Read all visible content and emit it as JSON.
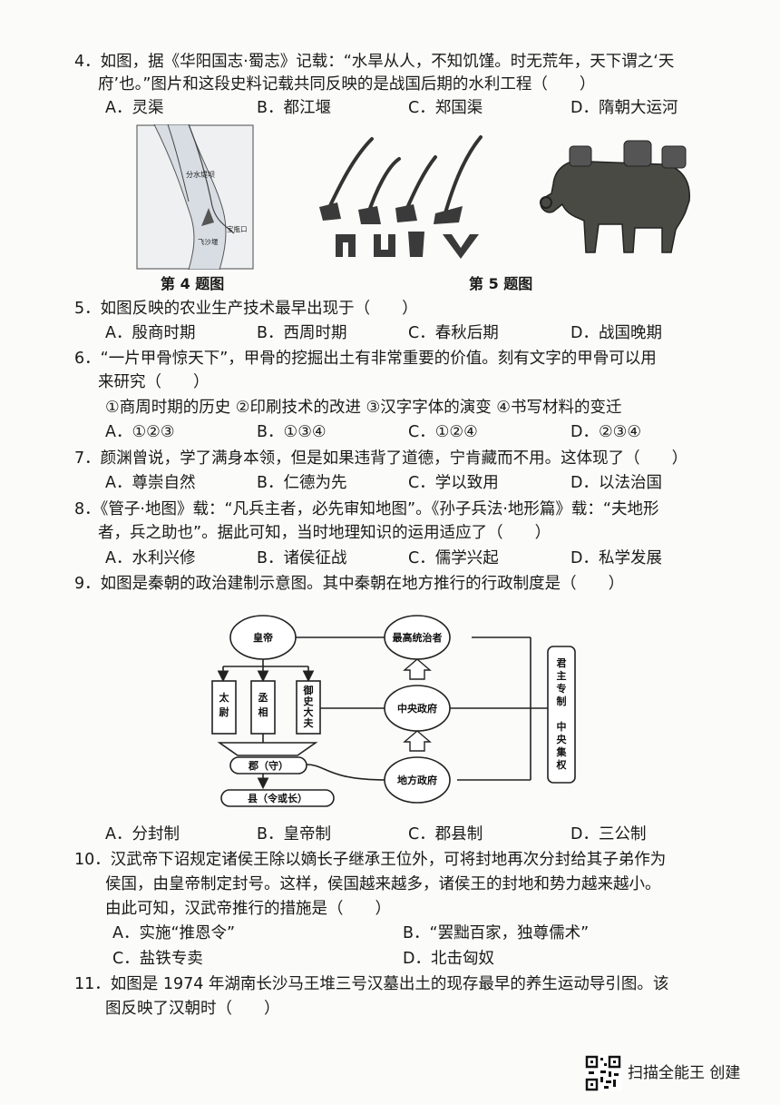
{
  "q4": {
    "line1": "4．如图，据《华阳国志·蜀志》记载：“水旱从人，不知饥馑。时无荒年，天下谓之‘天",
    "line2": "府’也。”图片和这段史料记载共同反映的是战国后期的水利工程（　　）",
    "options": [
      "A．灵渠",
      "B．都江堰",
      "C．郑国渠",
      "D．隋朝大运河"
    ],
    "caption": "第 4 题图",
    "map_labels": [
      "分水堤坝",
      "宝瓶口",
      "飞沙堰"
    ]
  },
  "q5": {
    "caption": "第 5 题图",
    "line1": "5．如图反映的农业生产技术最早出现于（　　）",
    "options": [
      "A．殷商时期",
      "B．西周时期",
      "C．春秋后期",
      "D．战国晚期"
    ]
  },
  "q6": {
    "line1": "6．“一片甲骨惊天下”，甲骨的挖掘出土有非常重要的价值。刻有文字的甲骨可以用",
    "line2": "来研究（　　）",
    "items": "①商周时期的历史 ②印刷技术的改进 ③汉字字体的演变 ④书写材料的变迁",
    "options": [
      "A．①②③",
      "B．①③④",
      "C．①②④",
      "D．②③④"
    ]
  },
  "q7": {
    "line1": "7．颜渊曾说，学了满身本领，但是如果违背了道德，宁肯藏而不用。这体现了（　　）",
    "options": [
      "A．尊崇自然",
      "B．仁德为先",
      "C．学以致用",
      "D．以法治国"
    ]
  },
  "q8": {
    "line1": "8．《管子·地图》载：“凡兵主者，必先审知地图”。《孙子兵法·地形篇》载：“夫地形",
    "line2": "者，兵之助也”。据此可知，当时地理知识的运用适应了（　　）",
    "options": [
      "A．水利兴修",
      "B．诸侯征战",
      "C．儒学兴起",
      "D．私学发展"
    ]
  },
  "q9": {
    "line1": "9．如图是秦朝的政治建制示意图。其中秦朝在地方推行的行政制度是（　　）",
    "diagram": {
      "emperor": "皇帝",
      "taiwei": "太尉",
      "chengxiang": "丞相",
      "yushi": "御史大夫",
      "jun": "郡（守）",
      "xian": "县（令或长）",
      "supreme": "最高统治者",
      "central": "中央政府",
      "local": "地方政府",
      "side1": "君主专制",
      "side2": "中央集权"
    },
    "options": [
      "A．分封制",
      "B．皇帝制",
      "C．郡县制",
      "D．三公制"
    ]
  },
  "q10": {
    "line1": "10．汉武帝下诏规定诸侯王除以嫡长子继承王位外，可将封地再次分封给其子弟作为",
    "line2": "侯国，由皇帝制定封号。这样，侯国越来越多，诸侯王的封地和势力越来越小。",
    "line3": "由此可知，汉武帝推行的措施是（　　）",
    "options": [
      "A．实施“推恩令”",
      "B．“罢黜百家，独尊儒术”",
      "C．盐铁专卖",
      "D．北击匈奴"
    ]
  },
  "q11": {
    "line1": "11．如图是 1974 年湖南长沙马王堆三号汉墓出土的现存最早的养生运动导引图。该",
    "line2": "图反映了汉朝时（　　）"
  },
  "footer": {
    "text": "扫描全能王 创建"
  }
}
